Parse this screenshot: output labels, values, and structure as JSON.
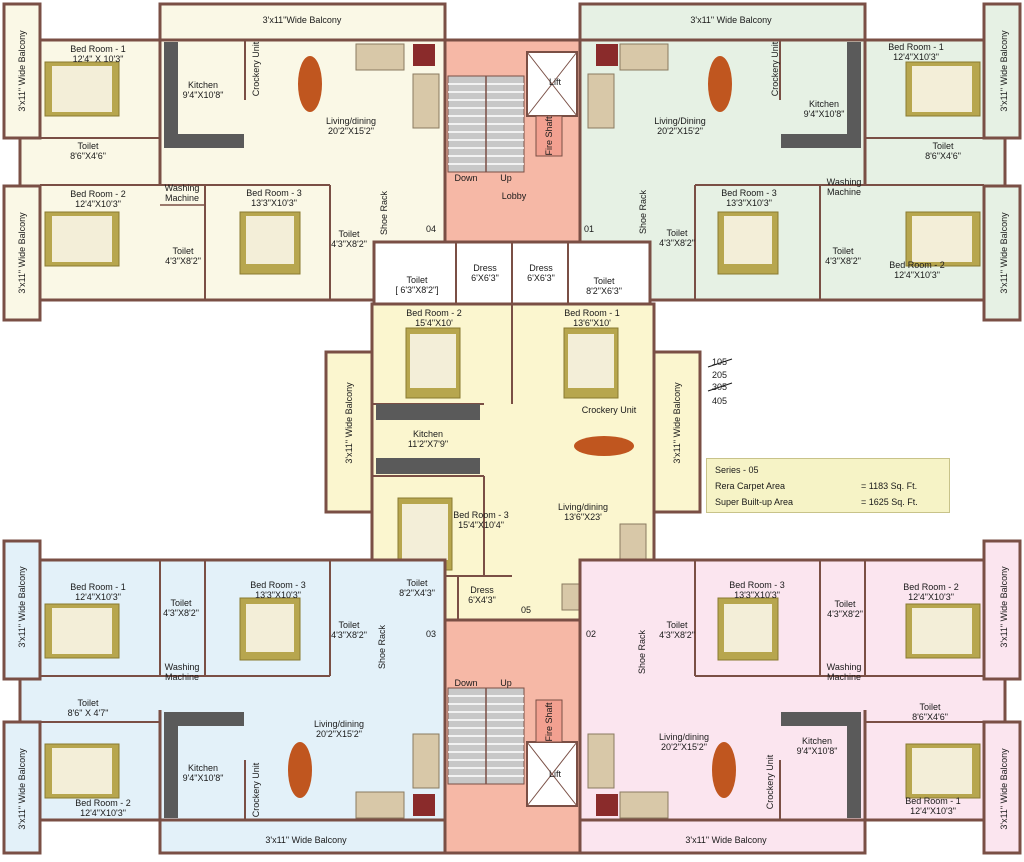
{
  "colors": {
    "flat04": "#faf8e6",
    "flat01": "#e6f1e4",
    "flat05": "#fbf6cf",
    "flat03": "#e3f1f9",
    "flat02": "#fbe5ef",
    "wall": "#7a4f45",
    "lobby": "#f6b8a6",
    "bed": "#b7a64e",
    "furniture": "#8a2b2b"
  },
  "flat_numbers": [
    "04",
    "01",
    "05",
    "03",
    "02"
  ],
  "lobby_label": "Lobby",
  "lift_label": "Lift",
  "fire_shaft_label": "Fire Shaft",
  "stair_labels": {
    "down": "Down",
    "up": "Up"
  },
  "unit_numbers": [
    {
      "text": "105",
      "struck": true
    },
    {
      "text": "205",
      "struck": false
    },
    {
      "text": "305",
      "struck": true
    },
    {
      "text": "405",
      "struck": false
    }
  ],
  "series_box": {
    "series": "Series - 05",
    "rera_label": "Rera Carpet Area",
    "rera_value": "= 1183 Sq. Ft.",
    "sba_label": "Super Built-up Area",
    "sba_value": "= 1625 Sq. Ft."
  },
  "labels_tl": {
    "bed1": "Bed Room - 1\n12'4\" X 10'3\"",
    "bed2": "Bed Room - 2\n12'4\"X10'3\"",
    "bed3": "Bed Room - 3\n13'3\"X10'3\"",
    "kitchen": "Kitchen\n9'4\"X10'8\"",
    "living": "Living/dining\n20'2\"X15'2\"",
    "toilet_a": "Toilet\n8'6\"X4'6\"",
    "toilet_b": "Toilet\n4'3\"X8'2\"",
    "toilet_c": "Toilet\n4'3\"X8'2\"",
    "crockery": "Crockery Unit",
    "washing": "Washing\nMachine",
    "shoe": "Shoe Rack",
    "balc_top": "3'x11\"Wide Balcony",
    "balc_l1": "3'x11\" Wide Balcony",
    "balc_l2": "3'x11\" Wide Balcony"
  },
  "labels_tr": {
    "bed1": "Bed Room - 1\n12'4\"X10'3\"",
    "bed2": "Bed Room - 2\n12'4\"X10'3\"",
    "bed3": "Bed Room - 3\n13'3\"X10'3\"",
    "kitchen": "Kitchen\n9'4\"X10'8\"",
    "living": "Living/Dining\n20'2\"X15'2\"",
    "toilet_a": "Toilet\n8'6\"X4'6\"",
    "toilet_b": "Toilet\n4'3\"X8'2\"",
    "toilet_c": "Toilet\n4'3\"X8'2\"",
    "crockery": "Crockery Unit",
    "washing": "Washing\nMachine",
    "shoe": "Shoe Rack",
    "balc_top": "3'x11\" Wide Balcony",
    "balc_r1": "3'x11\" Wide Balcony",
    "balc_r2": "3'x11\" Wide Balcony"
  },
  "labels_center": {
    "toilet_l": "Toilet\n[ 6'3\"X8'2\"]",
    "dress_l": "Dress\n6'X6'3\"",
    "dress_r": "Dress\n6'X6'3\"",
    "toilet_r": "Toilet\n8'2\"X6'3\"",
    "bed2": "Bed Room - 2\n15'4\"X10'",
    "bed1": "Bed Room - 1\n13'6\"X10'",
    "kitchen": "Kitchen\n11'2\"X7'9\"",
    "crockery": "Crockery Unit",
    "bed3": "Bed Room - 3\n15'4\"X10'4\"",
    "living": "Living/dining\n13'6\"X23'",
    "toilet_b": "Toilet\n8'2\"X4'3\"",
    "dress_b": "Dress\n6'X4'3\"",
    "balc_l": "3'x11\" Wide Balcony",
    "balc_r": "3'x11\" Wide Balcony"
  },
  "labels_bl": {
    "bed1": "Bed Room - 1\n12'4\"X10'3\"",
    "bed2": "Bed Room - 2\n12'4\"X10'3\"",
    "bed3": "Bed Room - 3\n13'3\"X10'3\"",
    "kitchen": "Kitchen\n9'4\"X10'8\"",
    "living": "Living/dining\n20'2\"X15'2\"",
    "toilet_a": "Toilet\n8'6\" X 4'7\"",
    "toilet_b": "Toilet\n4'3\"X8'2\"",
    "toilet_c": "Toilet\n4'3\"X8'2\"",
    "crockery": "Crockery Unit",
    "washing": "Washing\nMachine",
    "shoe": "Shoe Rack",
    "balc_bottom": "3'x11\" Wide Balcony",
    "balc_l1": "3'x11\" Wide Balcony",
    "balc_l2": "3'x11\" Wide Balcony"
  },
  "labels_br": {
    "bed1": "Bed Room - 1\n12'4\"X10'3\"",
    "bed2": "Bed Room - 2\n12'4\"X10'3\"",
    "bed3": "Bed Room - 3\n13'3\"X10'3\"",
    "kitchen": "Kitchen\n9'4\"X10'8\"",
    "living": "Living/dining\n20'2\"X15'2\"",
    "toilet_a": "Toilet\n8'6\"X4'6\"",
    "toilet_b": "Toilet\n4'3\"X8'2\"",
    "toilet_c": "Toilet\n4'3\"X8'2\"",
    "crockery": "Crockery Unit",
    "washing": "Washing\nMachine",
    "shoe": "Shoe Rack",
    "balc_bottom": "3'x11\" Wide Balcony",
    "balc_r1": "3'x11\" Wide Balcony",
    "balc_r2": "3'x11\" Wide Balcony"
  }
}
